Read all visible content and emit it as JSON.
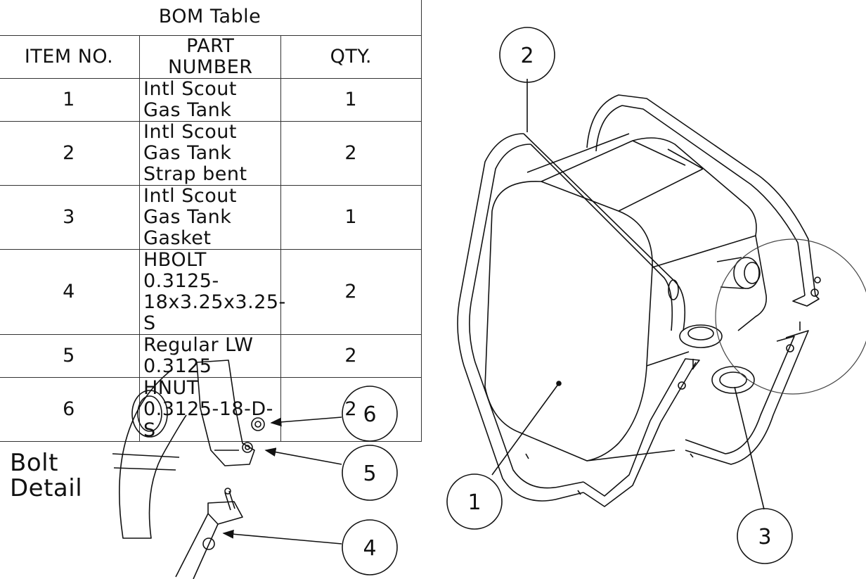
{
  "bom": {
    "title": "BOM Table",
    "headers": {
      "item": "ITEM NO.",
      "part": "PART NUMBER",
      "qty": "QTY."
    },
    "rows": [
      {
        "item": "1",
        "part": "Intl Scout Gas Tank",
        "qty": "1"
      },
      {
        "item": "2",
        "part": "Intl Scout Gas Tank\nStrap bent",
        "qty": "2"
      },
      {
        "item": "3",
        "part": "Intl Scout Gas Tank\nGasket",
        "qty": "1"
      },
      {
        "item": "4",
        "part": "HBOLT 0.3125-\n18x3.25x3.25-S",
        "qty": "2"
      },
      {
        "item": "5",
        "part": "Regular LW 0.3125",
        "qty": "2"
      },
      {
        "item": "6",
        "part": "HNUT 0.3125-18-D-S",
        "qty": "2"
      }
    ]
  },
  "detail_label": "Bolt\nDetail",
  "balloons": {
    "b1": "1",
    "b2": "2",
    "b3": "3",
    "b4": "4",
    "b5": "5",
    "b6": "6"
  }
}
